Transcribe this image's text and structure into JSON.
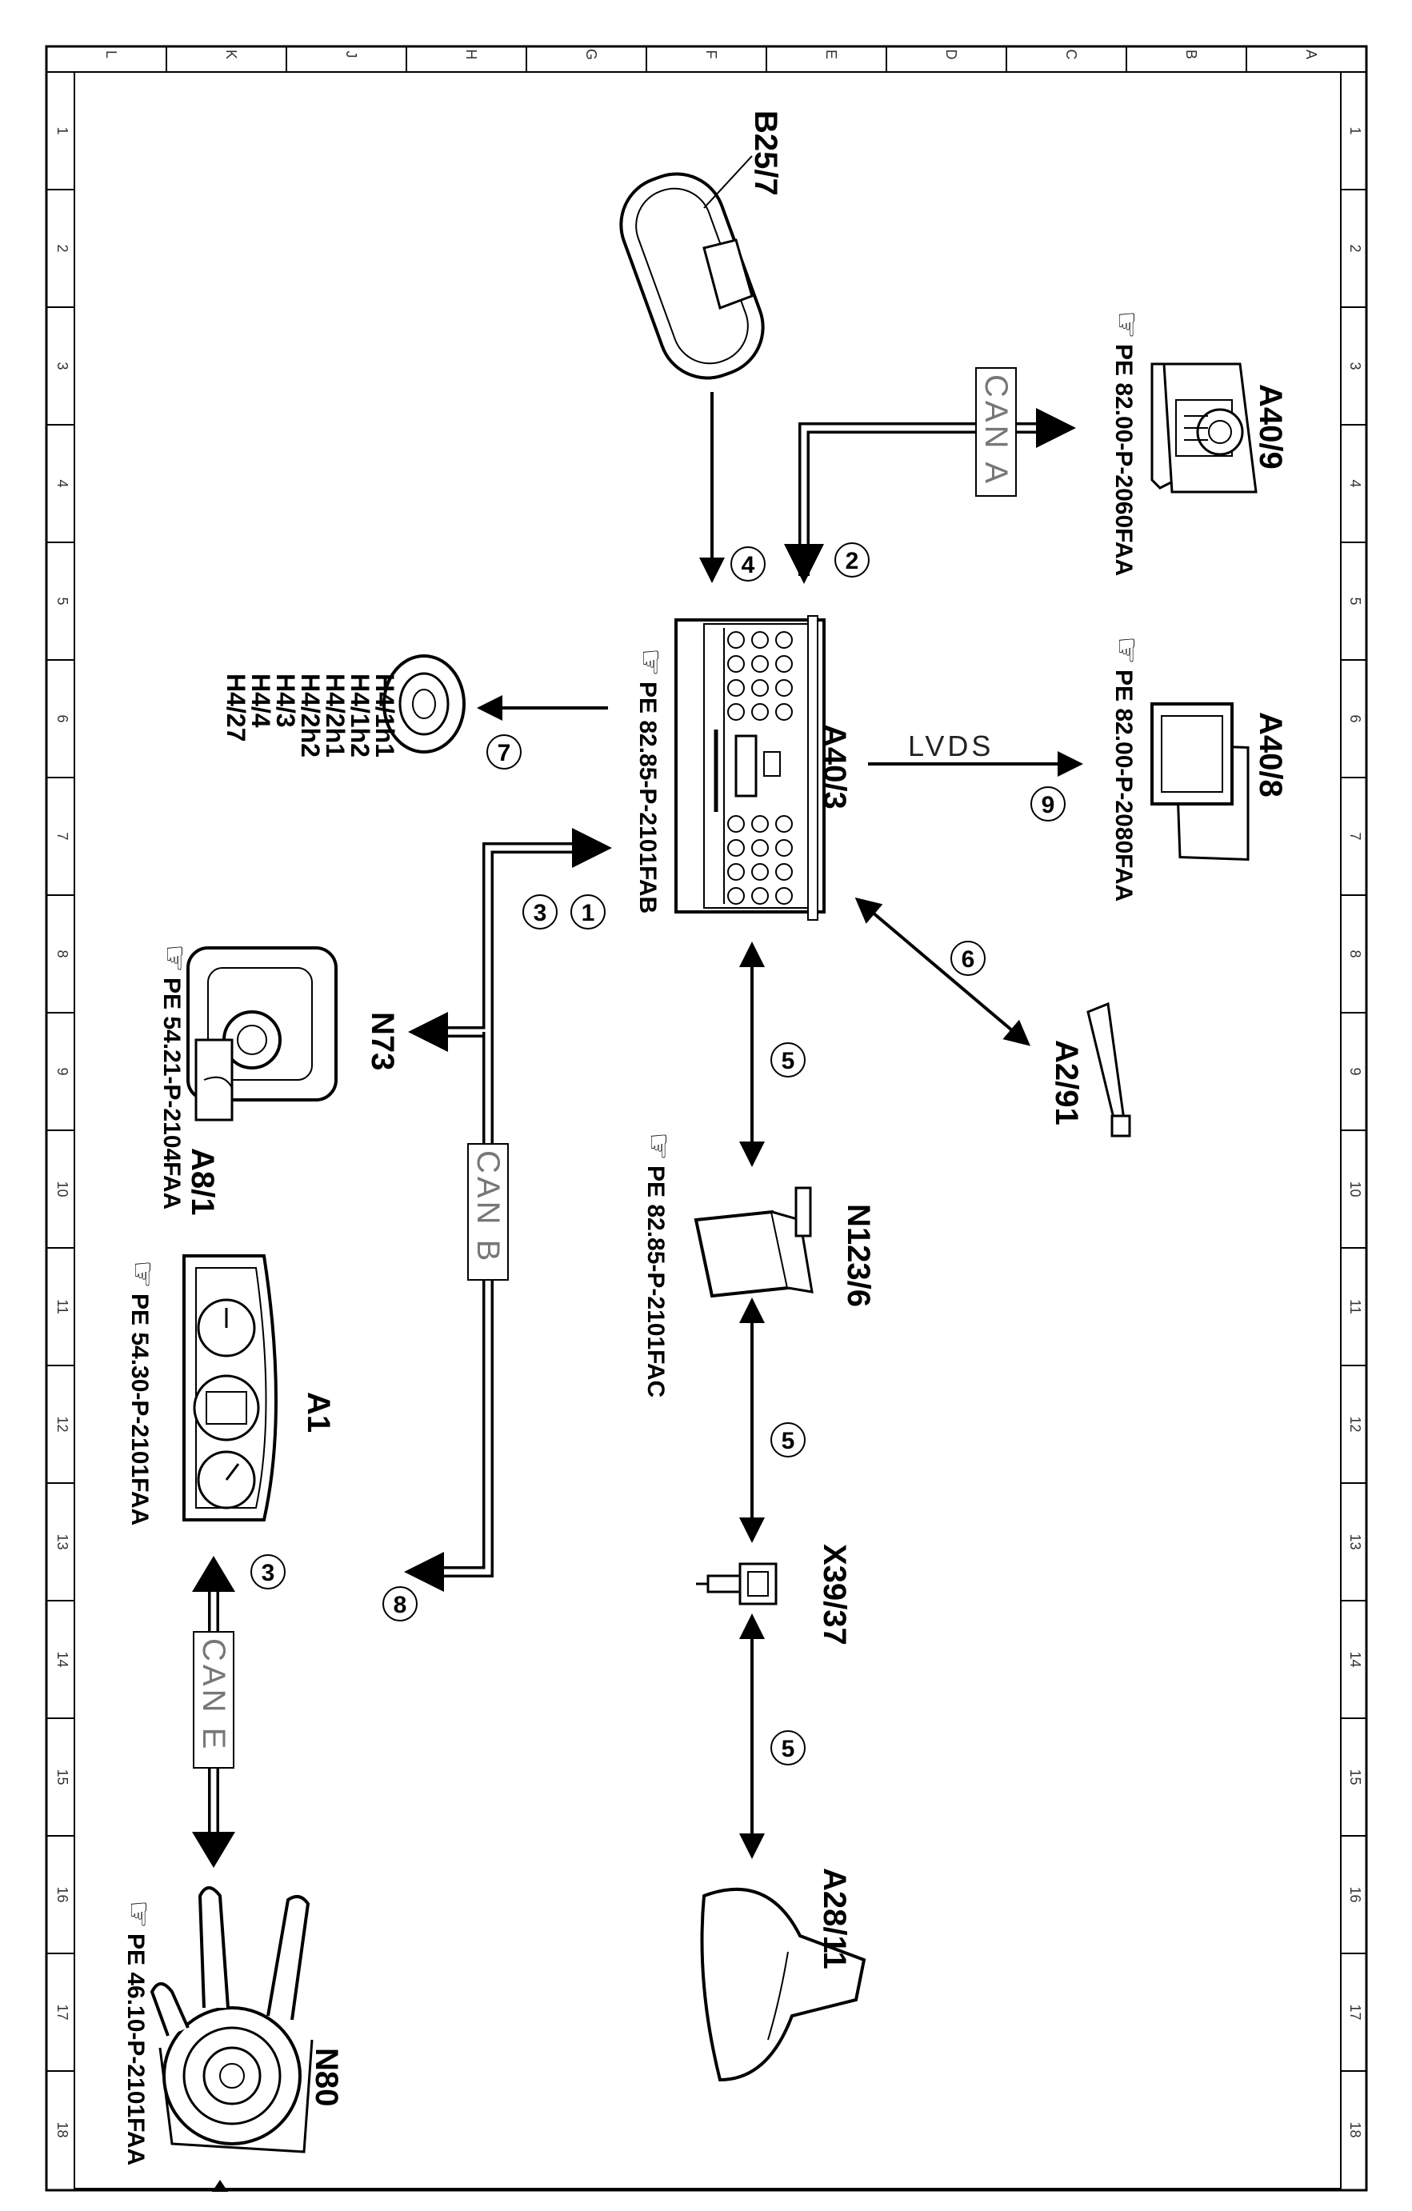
{
  "grid": {
    "top_letters": [
      "L",
      "K",
      "J",
      "H",
      "G",
      "F",
      "E",
      "D",
      "C",
      "B",
      "A"
    ],
    "side_numbers": [
      "1",
      "2",
      "3",
      "4",
      "5",
      "6",
      "7",
      "8",
      "9",
      "10",
      "11",
      "12",
      "13",
      "14",
      "15",
      "16",
      "17",
      "18"
    ]
  },
  "components": [
    {
      "id": "B25/7",
      "ref": ""
    },
    {
      "id": "A40/9",
      "ref": "PE 82.00-P-2060FAA"
    },
    {
      "id": "A40/3",
      "ref": "PE 82.85-P-2101FAB"
    },
    {
      "id": "A40/8",
      "ref": "PE 82.00-P-2080FAA"
    },
    {
      "id": "N73",
      "ref": ""
    },
    {
      "id": "A8/1",
      "ref": "PE 54.21-P-2104FAA"
    },
    {
      "id": "A2/91",
      "ref": ""
    },
    {
      "id": "N123/6",
      "ref": "PE 82.85-P-2101FAC"
    },
    {
      "id": "A1",
      "ref": "PE 54.30-P-2101FAA"
    },
    {
      "id": "X39/37",
      "ref": ""
    },
    {
      "id": "A28/11",
      "ref": ""
    },
    {
      "id": "N80",
      "ref": "PE 46.10-P-2101FAA"
    }
  ],
  "buses": {
    "can_a": "CAN A",
    "can_b": "CAN B",
    "can_e": "CAN E",
    "lvds": "LVDS"
  },
  "speakers": [
    "H4/1h1",
    "H4/1h2",
    "H4/2h1",
    "H4/2h2",
    "H4/3",
    "H4/4",
    "H4/27"
  ],
  "circle_numbers": {
    "c4": "4",
    "c2": "2",
    "c7": "7",
    "c1": "1",
    "c3a": "3",
    "c9": "9",
    "c6": "6",
    "c5a": "5",
    "c5b": "5",
    "c5c": "5",
    "c8": "8",
    "c3b": "3"
  },
  "colors": {
    "ink": "#000000",
    "bus_fill": "#ffffff",
    "bus_text": "#777777"
  }
}
